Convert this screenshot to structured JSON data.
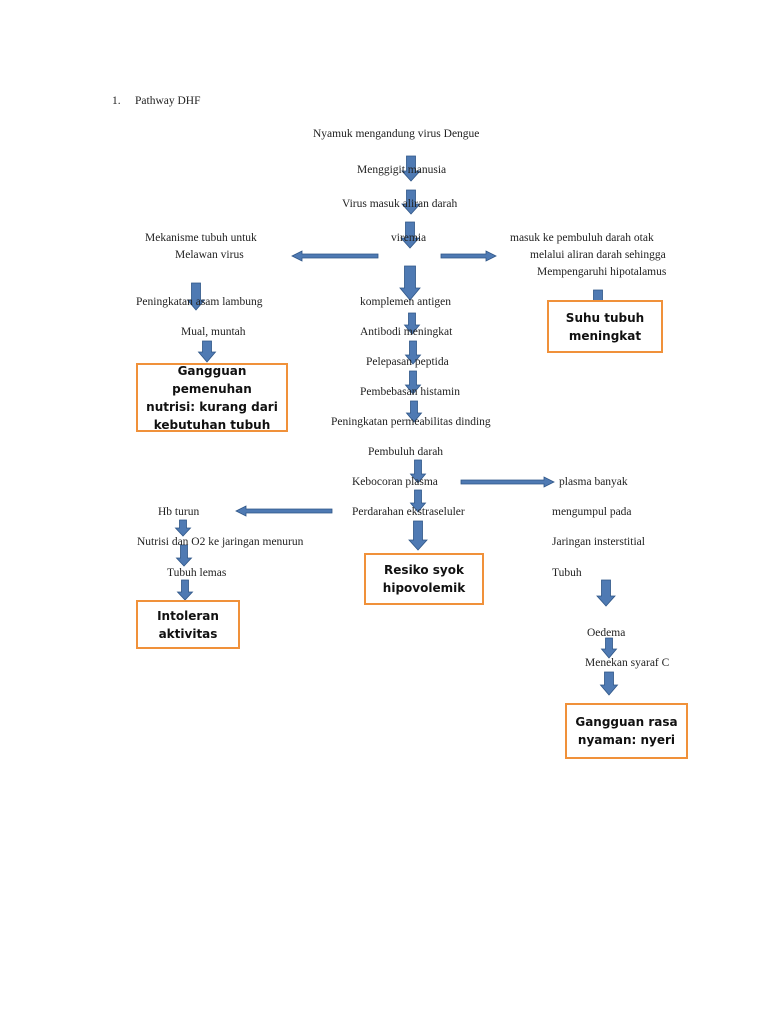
{
  "heading": {
    "number": "1.",
    "title": "Pathway DHF"
  },
  "nodes": {
    "nyamuk": "Nyamuk mengandung virus Dengue",
    "menggigit": "Menggigit manusia",
    "virus_masuk": "Virus masuk aliran darah",
    "viremia": "viremia",
    "mekanisme_1": "Mekanisme tubuh untuk",
    "mekanisme_2": "Melawan virus",
    "masuk_pembuluh_1": "masuk ke pembuluh darah otak",
    "masuk_pembuluh_2": "melalui aliran darah sehingga",
    "masuk_pembuluh_3": "Mempengaruhi hipotalamus",
    "peningkatan_asam": "Peningkatan asam lambung",
    "mual": "Mual, muntah",
    "komplemen": "komplemen antigen",
    "antibodi": "Antibodi meningkat",
    "pelepasan": "Pelepasan peptida",
    "pembebasan": "Pembebasan histamin",
    "permeabilitas": "Peningkatan permeabilitas dinding",
    "pembuluh": "Pembuluh darah",
    "kebocoran": "Kebocoran plasma",
    "plasma_banyak": "plasma banyak",
    "mengumpul": "mengumpul pada",
    "jaringan": "Jaringan insterstitial",
    "tubuh": "Tubuh",
    "oedema": "Oedema",
    "menekan": "Menekan syaraf C",
    "hb_turun": "Hb turun",
    "nutrisi_o2": "Nutrisi dan O2 ke jaringan menurun",
    "tubuh_lemas": "Tubuh lemas",
    "perdarahan": "Perdarahan ekstraseluler"
  },
  "diagnoses": {
    "suhu_1": "Suhu tubuh",
    "suhu_2": "meningkat",
    "nutrisi_1": "Gangguan pemenuhan",
    "nutrisi_2": "nutrisi: kurang dari",
    "nutrisi_3": "kebutuhan tubuh",
    "syok_1": "Resiko syok",
    "syok_2": "hipovolemik",
    "intoleran_1": "Intoleran",
    "intoleran_2": "aktivitas",
    "nyaman_1": "Gangguan rasa",
    "nyaman_2": "nyaman: nyeri"
  },
  "colors": {
    "arrow": "#4f7ab3",
    "arrow_stroke": "#2f5687",
    "box_border": "#f0913a"
  }
}
